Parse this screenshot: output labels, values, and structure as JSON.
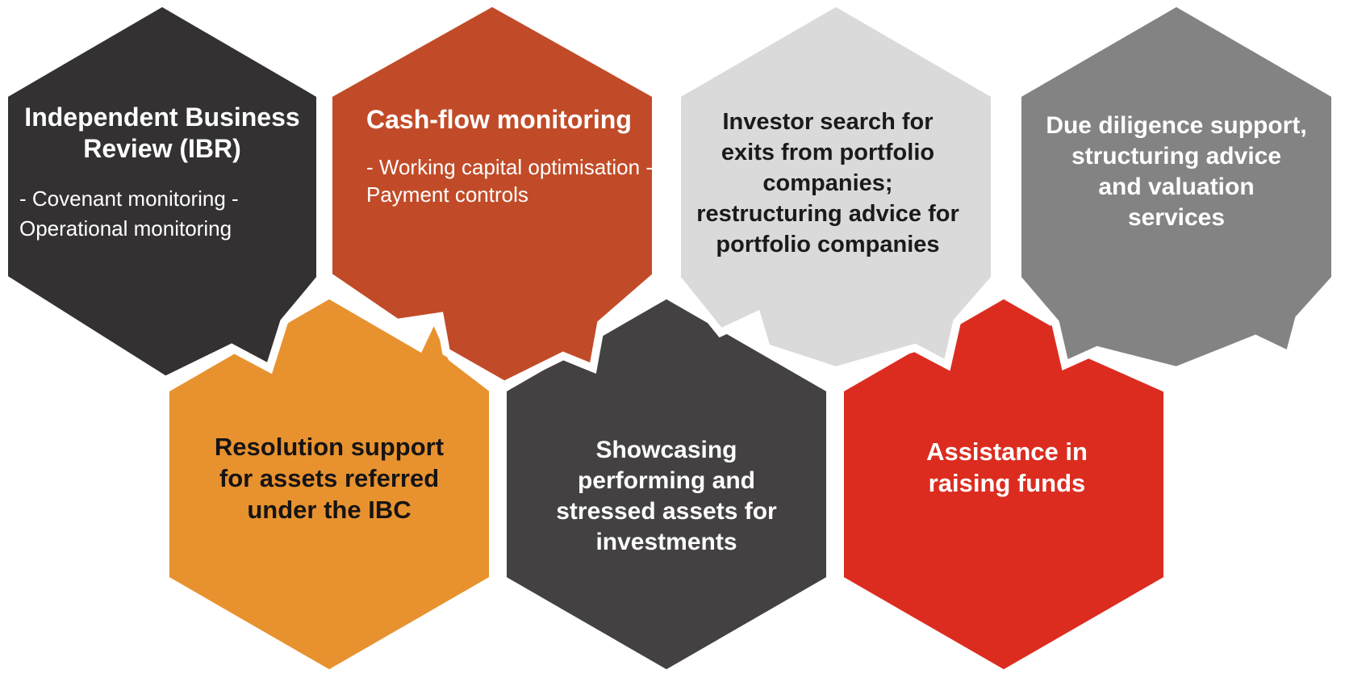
{
  "figure": {
    "description": "Honeycomb diagram of seven hexagonal service tiles",
    "background_color": "#ffffff",
    "divider_color": "#ffffff",
    "hexagons": [
      {
        "id": "ibr",
        "color": "#343132",
        "text_color": "#ffffff",
        "title": "Independent Business Review (IBR)",
        "title_lines": [
          "Independent Business",
          "Review (IBR)"
        ],
        "bullets": [
          "- Covenant monitoring",
          "- Operational monitoring"
        ]
      },
      {
        "id": "cash-flow-monitoring",
        "color": "#C14B28",
        "text_color": "#ffffff",
        "title": "Cash-flow monitoring",
        "title_lines": [
          "Cash-flow monitoring"
        ],
        "bullets": [
          "- Working capital optimisation",
          "- Payment controls"
        ]
      },
      {
        "id": "investor-search",
        "color": "#DADADA",
        "text_color": "#1A1A1A",
        "title": "Investor search for exits from portfolio companies; restructuring advice for portfolio companies",
        "lines": [
          "Investor search for",
          "exits from portfolio",
          "companies;",
          "restructuring advice for",
          "portfolio companies"
        ]
      },
      {
        "id": "due-diligence",
        "color": "#838383",
        "text_color": "#ffffff",
        "title": "Due diligence support, structuring advice and valuation services",
        "lines": [
          "Due diligence support,",
          "structuring advice",
          "and valuation",
          "services"
        ]
      },
      {
        "id": "resolution-support",
        "color": "#E8922F",
        "text_color": "#161414",
        "title": "Resolution support for assets referred under the IBC",
        "lines": [
          "Resolution support",
          "for assets referred",
          "under the IBC"
        ]
      },
      {
        "id": "showcasing-assets",
        "color": "#444142",
        "text_color": "#ffffff",
        "title": "Showcasing performing and stressed assets for investments",
        "lines": [
          "Showcasing",
          "performing and",
          "stressed assets for",
          "investments"
        ]
      },
      {
        "id": "assistance-raising-funds",
        "color": "#DC2C20",
        "text_color": "#ffffff",
        "title": "Assistance in raising funds",
        "lines": [
          "Assistance in",
          "raising funds"
        ]
      }
    ]
  }
}
